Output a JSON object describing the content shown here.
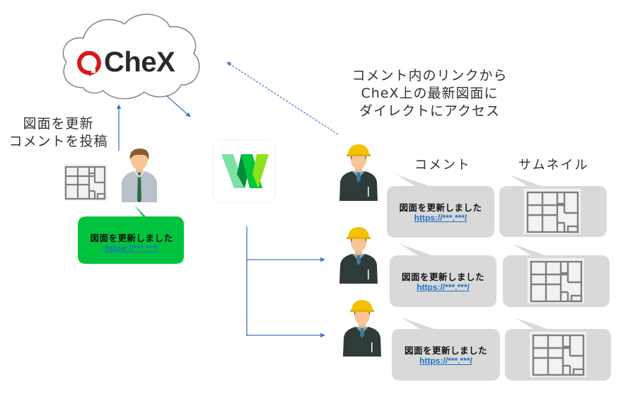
{
  "diagram": {
    "title": "CheX comment link flow",
    "cloud": {
      "logo_text": "CheX",
      "logo_icon": "chex-ring-icon",
      "brand_color": "#d7191c"
    },
    "poster": {
      "caption_lines": [
        "図面を更新",
        "コメントを投稿"
      ],
      "bubble": {
        "message": "図面を更新しました",
        "link": "https://***.***/",
        "color": "#00c43d"
      }
    },
    "app_icon": {
      "name": "W",
      "colors": [
        "#7fe0a3",
        "#008a3a",
        "#00c43d",
        "#8ee21b"
      ]
    },
    "access_caption_lines": [
      "コメント内のリンクから",
      "CheX上の最新図面に",
      "ダイレクトにアクセス"
    ],
    "columns": {
      "comment": "コメント",
      "thumbnail": "サムネイル"
    },
    "recipients": [
      {
        "message": "図面を更新しました",
        "link": "https://***.***/"
      },
      {
        "message": "図面を更新しました",
        "link": "https://***.***/"
      },
      {
        "message": "図面を更新しました",
        "link": "https://***.***/"
      }
    ],
    "colors": {
      "arrow": "#4472c4",
      "bubble_gray": "#d9d9d9",
      "plan_stroke": "#7f7f7f",
      "plan_fill": "#f2f2f2"
    }
  }
}
